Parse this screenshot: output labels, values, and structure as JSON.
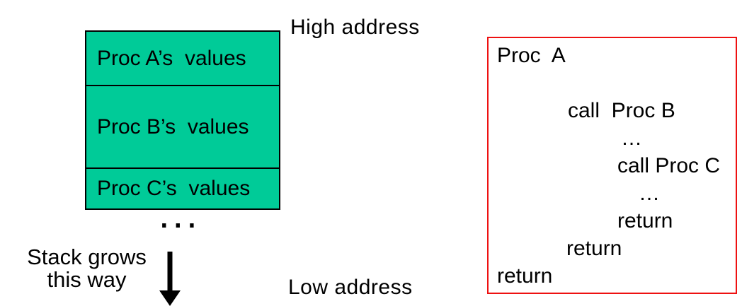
{
  "colors": {
    "background": "#ffffff",
    "text": "#000000",
    "stack_fill": "#00CB98",
    "stack_border": "#000000",
    "code_border": "#EE1111"
  },
  "stack_panel": {
    "high_address_label": "High address",
    "low_address_label": "Low address",
    "frames": [
      {
        "label": "Proc A’s  values"
      },
      {
        "label": "Proc B’s  values"
      },
      {
        "label": "Proc C’s  values"
      }
    ],
    "ellipsis": "...",
    "grow_caption": {
      "line1": "Stack grows",
      "line2": "this way"
    }
  },
  "code_panel": {
    "lines": [
      {
        "text": "Proc  A"
      },
      {
        "text": ""
      },
      {
        "text": "call  Proc B"
      },
      {
        "text": "…"
      },
      {
        "text": "call Proc C"
      },
      {
        "text": "…"
      },
      {
        "text": "return"
      },
      {
        "text": "return"
      },
      {
        "text": "return"
      }
    ]
  }
}
